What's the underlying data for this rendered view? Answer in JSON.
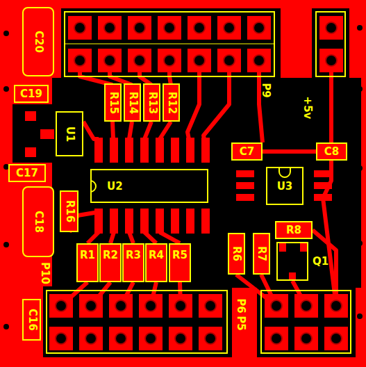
{
  "diagram": {
    "nodes": [
      {
        "text": [
          "C20"
        ]
      },
      {
        "text": [
          "C19"
        ]
      },
      {
        "text": [
          "U1"
        ]
      },
      {
        "text": [
          "C17"
        ]
      },
      {
        "text": [
          "C18"
        ]
      },
      {
        "text": [
          "R16"
        ]
      },
      {
        "text": [
          "C16"
        ]
      },
      {
        "text": [
          "R15"
        ]
      },
      {
        "text": [
          "R14"
        ]
      },
      {
        "text": [
          "R13"
        ]
      },
      {
        "text": [
          "R12"
        ]
      },
      {
        "text": [
          "U2"
        ]
      },
      {
        "text": [
          "C7"
        ]
      },
      {
        "text": [
          "C8"
        ]
      },
      {
        "text": [
          "U3"
        ]
      },
      {
        "text": [
          "R8"
        ]
      },
      {
        "text": [
          "R6"
        ]
      },
      {
        "text": [
          "R7"
        ]
      },
      {
        "text": [
          "Q1"
        ]
      },
      {
        "text": [
          "R1"
        ]
      },
      {
        "text": [
          "R2"
        ]
      },
      {
        "text": [
          "R3"
        ]
      },
      {
        "text": [
          "R4"
        ]
      },
      {
        "text": [
          "R5"
        ]
      }
    ],
    "labels": [
      "P9",
      "+5v",
      "P10",
      "P6",
      "P5"
    ]
  }
}
